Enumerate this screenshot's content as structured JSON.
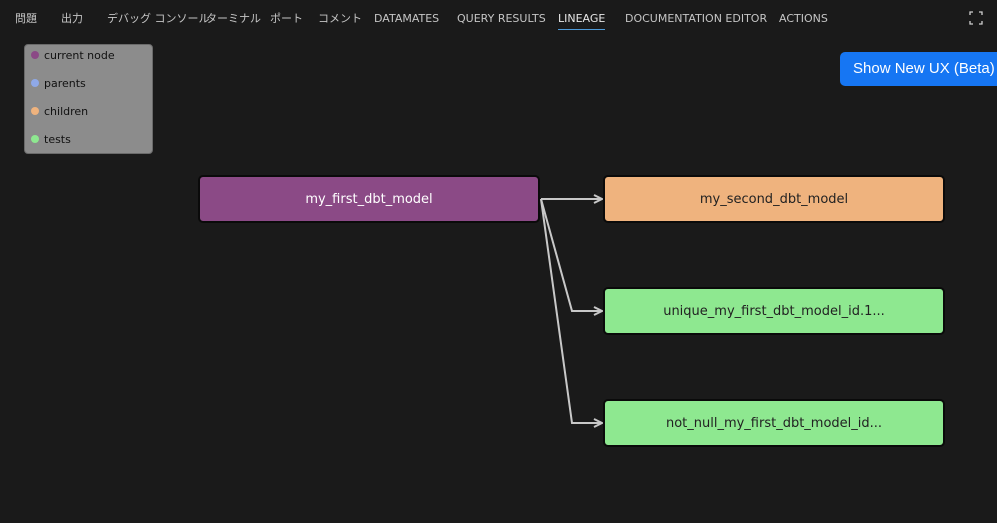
{
  "tabs": [
    {
      "label": "問題"
    },
    {
      "label": "出力"
    },
    {
      "label": "デバッグ コンソール"
    },
    {
      "label": "ターミナル"
    },
    {
      "label": "ポート"
    },
    {
      "label": "コメント"
    },
    {
      "label": "DATAMATES"
    },
    {
      "label": "QUERY RESULTS"
    },
    {
      "label": "LINEAGE",
      "active": true
    },
    {
      "label": "DOCUMENTATION EDITOR"
    },
    {
      "label": "ACTIONS"
    }
  ],
  "toolbar": {
    "maximize_icon": "maximize-icon"
  },
  "legend": {
    "items": [
      {
        "label": "current node",
        "color": "#8b4a86"
      },
      {
        "label": "parents",
        "color": "#8fa9e8"
      },
      {
        "label": "children",
        "color": "#efb37e"
      },
      {
        "label": "tests",
        "color": "#8ee890"
      }
    ]
  },
  "beta_button": {
    "label": "Show New UX (Beta)"
  },
  "lineage": {
    "current_node": {
      "label": "my_first_dbt_model",
      "color": "#8b4a86"
    },
    "children": [
      {
        "label": "my_second_dbt_model",
        "type": "child",
        "color": "#efb37e"
      },
      {
        "label": "unique_my_first_dbt_model_id.1...",
        "type": "test",
        "color": "#8ee890"
      },
      {
        "label": "not_null_my_first_dbt_model_id...",
        "type": "test",
        "color": "#8ee890"
      }
    ],
    "edge_color": "#c8c8c8"
  }
}
